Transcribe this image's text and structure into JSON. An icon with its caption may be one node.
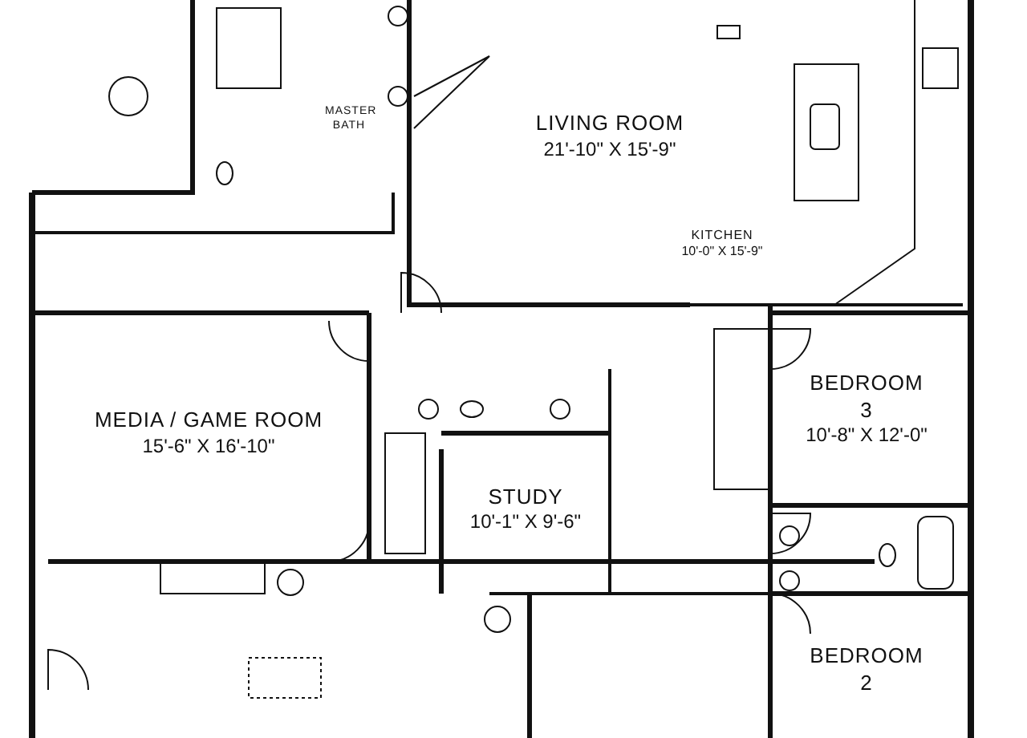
{
  "diagram": {
    "nodes": [
      {
        "text": [
          "MASTER BATH"
        ]
      },
      {
        "text": [
          "LIVING ROOM",
          "21'-10\" X 15'-9\""
        ]
      },
      {
        "text": [
          "KITCHEN",
          "10'-0\" X 15'-9\""
        ]
      },
      {
        "text": [
          "BEDROOM 3",
          "10'-8\" X 12'-0\""
        ]
      },
      {
        "text": [
          "MEDIA / GAME ROOM",
          "15'-6\" X 16'-10\""
        ]
      },
      {
        "text": [
          "STUDY",
          "10'-1\" X 9'-6\""
        ]
      },
      {
        "text": [
          "BEDROOM 2"
        ]
      }
    ],
    "edges": []
  }
}
